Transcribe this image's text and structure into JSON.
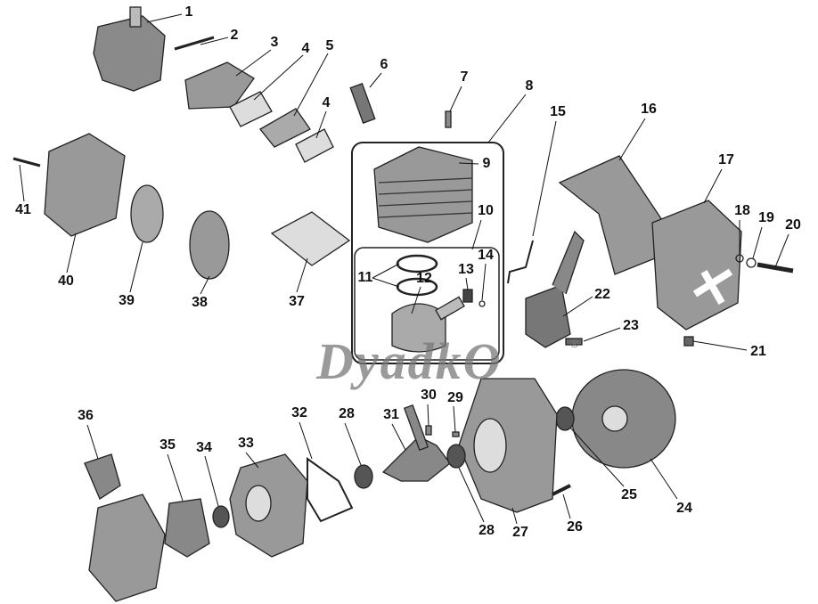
{
  "diagram": {
    "watermark": "DyadkO",
    "watermark_mark": "®",
    "labels": [
      "1",
      "2",
      "3",
      "4",
      "5",
      "6",
      "7",
      "8",
      "9",
      "10",
      "11",
      "12",
      "13",
      "14",
      "15",
      "16",
      "17",
      "18",
      "19",
      "20",
      "21",
      "22",
      "23",
      "24",
      "25",
      "26",
      "27",
      "28",
      "29",
      "30",
      "31",
      "32",
      "33",
      "34",
      "35",
      "36",
      "37",
      "38",
      "39",
      "40",
      "41",
      "4",
      "28"
    ]
  }
}
